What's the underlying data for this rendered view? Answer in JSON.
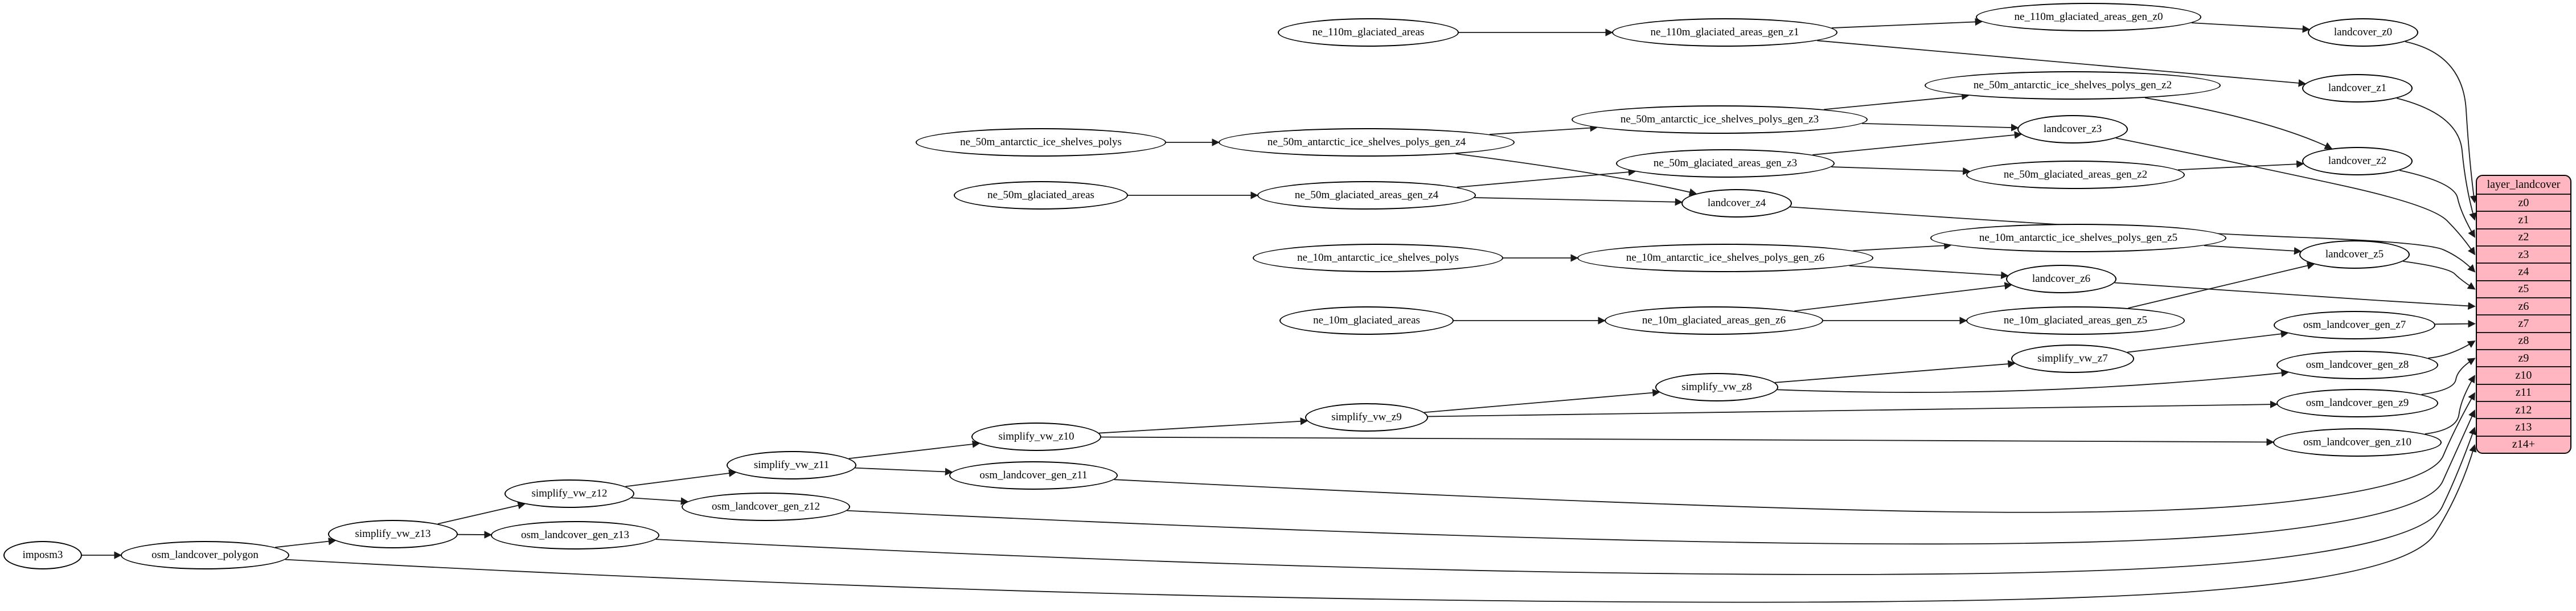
{
  "table": {
    "title": "layer_landcover",
    "rows": [
      "z0",
      "z1",
      "z2",
      "z3",
      "z4",
      "z5",
      "z6",
      "z7",
      "z8",
      "z9",
      "z10",
      "z11",
      "z12",
      "z13",
      "z14+"
    ],
    "fill_color": "#ffb6c1",
    "border_color": "#000000"
  },
  "nodes": [
    {
      "id": "imp",
      "label": "imposm3"
    },
    {
      "id": "olp",
      "label": "osm_landcover_polygon"
    },
    {
      "id": "svw13",
      "label": "simplify_vw_z13"
    },
    {
      "id": "og13",
      "label": "osm_landcover_gen_z13"
    },
    {
      "id": "svw12",
      "label": "simplify_vw_z12"
    },
    {
      "id": "og12",
      "label": "osm_landcover_gen_z12"
    },
    {
      "id": "svw11",
      "label": "simplify_vw_z11"
    },
    {
      "id": "og11",
      "label": "osm_landcover_gen_z11"
    },
    {
      "id": "svw10",
      "label": "simplify_vw_z10"
    },
    {
      "id": "svw9",
      "label": "simplify_vw_z9"
    },
    {
      "id": "svw8",
      "label": "simplify_vw_z8"
    },
    {
      "id": "svw7",
      "label": "simplify_vw_z7"
    },
    {
      "id": "og7",
      "label": "osm_landcover_gen_z7"
    },
    {
      "id": "og8",
      "label": "osm_landcover_gen_z8"
    },
    {
      "id": "og9",
      "label": "osm_landcover_gen_z9"
    },
    {
      "id": "og10",
      "label": "osm_landcover_gen_z10"
    },
    {
      "id": "n10g",
      "label": "ne_10m_glaciated_areas"
    },
    {
      "id": "n10gg6",
      "label": "ne_10m_glaciated_areas_gen_z6"
    },
    {
      "id": "n10gg5",
      "label": "ne_10m_glaciated_areas_gen_z5"
    },
    {
      "id": "n10a",
      "label": "ne_10m_antarctic_ice_shelves_polys"
    },
    {
      "id": "n10ag6",
      "label": "ne_10m_antarctic_ice_shelves_polys_gen_z6"
    },
    {
      "id": "n10ag5",
      "label": "ne_10m_antarctic_ice_shelves_polys_gen_z5"
    },
    {
      "id": "lz5",
      "label": "landcover_z5"
    },
    {
      "id": "lz6",
      "label": "landcover_z6"
    },
    {
      "id": "n50g",
      "label": "ne_50m_glaciated_areas"
    },
    {
      "id": "n50gg4",
      "label": "ne_50m_glaciated_areas_gen_z4"
    },
    {
      "id": "n50gg3",
      "label": "ne_50m_glaciated_areas_gen_z3"
    },
    {
      "id": "n50gg2",
      "label": "ne_50m_glaciated_areas_gen_z2"
    },
    {
      "id": "n50a",
      "label": "ne_50m_antarctic_ice_shelves_polys"
    },
    {
      "id": "n50ag4",
      "label": "ne_50m_antarctic_ice_shelves_polys_gen_z4"
    },
    {
      "id": "n50ag3",
      "label": "ne_50m_antarctic_ice_shelves_polys_gen_z3"
    },
    {
      "id": "n50ag2",
      "label": "ne_50m_antarctic_ice_shelves_polys_gen_z2"
    },
    {
      "id": "lz4",
      "label": "landcover_z4"
    },
    {
      "id": "lz3",
      "label": "landcover_z3"
    },
    {
      "id": "lz2",
      "label": "landcover_z2"
    },
    {
      "id": "n110",
      "label": "ne_110m_glaciated_areas"
    },
    {
      "id": "n110g1",
      "label": "ne_110m_glaciated_areas_gen_z1"
    },
    {
      "id": "n110g0",
      "label": "ne_110m_glaciated_areas_gen_z0"
    },
    {
      "id": "lz0",
      "label": "landcover_z0"
    },
    {
      "id": "lz1",
      "label": "landcover_z1"
    }
  ]
}
